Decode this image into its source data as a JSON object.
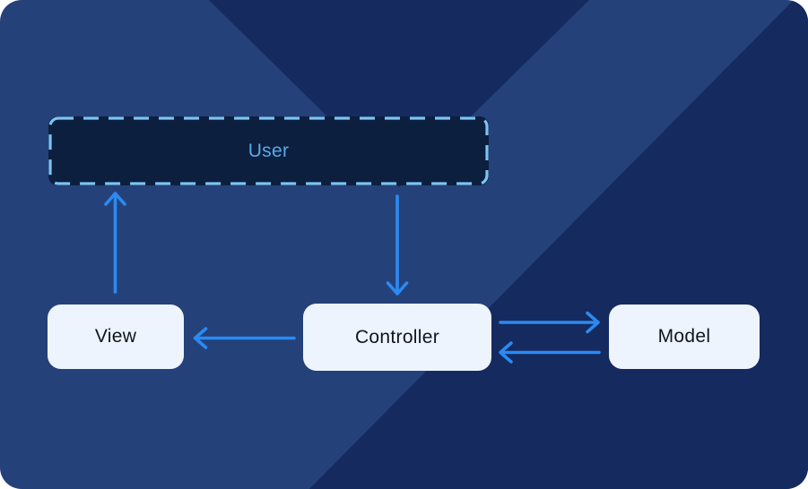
{
  "diagram": {
    "type": "architecture-flow",
    "pattern": "MVC",
    "nodes": {
      "user": {
        "label": "User",
        "style": "dashed-dark"
      },
      "view": {
        "label": "View",
        "style": "solid-light"
      },
      "controller": {
        "label": "Controller",
        "style": "solid-light"
      },
      "model": {
        "label": "Model",
        "style": "solid-light"
      }
    },
    "edges": [
      {
        "from": "view",
        "to": "user",
        "direction": "up"
      },
      {
        "from": "user",
        "to": "controller",
        "direction": "down"
      },
      {
        "from": "controller",
        "to": "view",
        "direction": "left"
      },
      {
        "from": "controller",
        "to": "model",
        "direction": "right"
      },
      {
        "from": "model",
        "to": "controller",
        "direction": "left"
      }
    ],
    "colors": {
      "canvas_base": "#25417a",
      "canvas_dark_overlay": "#152a5e",
      "arrow": "#2b8af2",
      "node_fill": "#eef4fd",
      "node_text": "#10141f",
      "user_fill": "#0c1f3e",
      "user_border": "#7cc4f3",
      "user_text": "#58a9e9"
    }
  }
}
